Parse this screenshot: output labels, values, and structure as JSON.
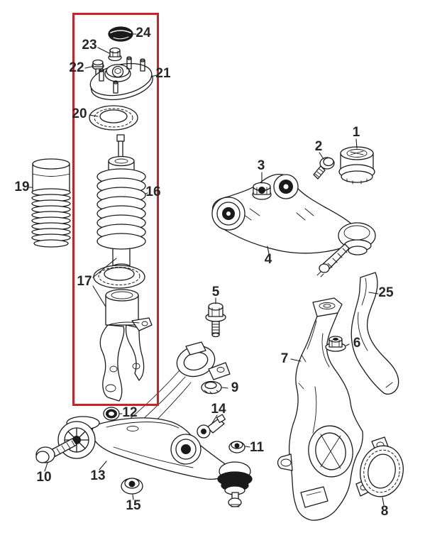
{
  "diagram": {
    "title": "Front suspension exploded parts diagram",
    "highlight_color": "#c8232b",
    "line_color": "#1a1a1a",
    "background_color": "#ffffff"
  },
  "callouts": [
    {
      "number": "1",
      "part": "upper-arm-bushing"
    },
    {
      "number": "2",
      "part": "pivot-bolt"
    },
    {
      "number": "3",
      "part": "pivot-nut"
    },
    {
      "number": "4",
      "part": "upper-control-arm"
    },
    {
      "number": "5",
      "part": "clamp-bolt"
    },
    {
      "number": "6",
      "part": "ball-stud-nut"
    },
    {
      "number": "7",
      "part": "steering-knuckle"
    },
    {
      "number": "8",
      "part": "hub-dust-shield"
    },
    {
      "number": "9",
      "part": "push-nut"
    },
    {
      "number": "10",
      "part": "arm-bolt"
    },
    {
      "number": "11",
      "part": "ball-joint-nut"
    },
    {
      "number": "12",
      "part": "grommet"
    },
    {
      "number": "13",
      "part": "lower-control-arm"
    },
    {
      "number": "14",
      "part": "wheel-speed-sensor"
    },
    {
      "number": "15",
      "part": "flange-nut"
    },
    {
      "number": "16",
      "part": "coil-spring"
    },
    {
      "number": "17",
      "part": "spring-seat"
    },
    {
      "number": "19",
      "part": "dust-boot"
    },
    {
      "number": "20",
      "part": "spring-seat-bearing"
    },
    {
      "number": "21",
      "part": "strut-mount"
    },
    {
      "number": "22",
      "part": "mount-stud"
    },
    {
      "number": "23",
      "part": "rod-nut"
    },
    {
      "number": "24",
      "part": "mount-cap"
    },
    {
      "number": "25",
      "part": "hose-bracket"
    }
  ]
}
